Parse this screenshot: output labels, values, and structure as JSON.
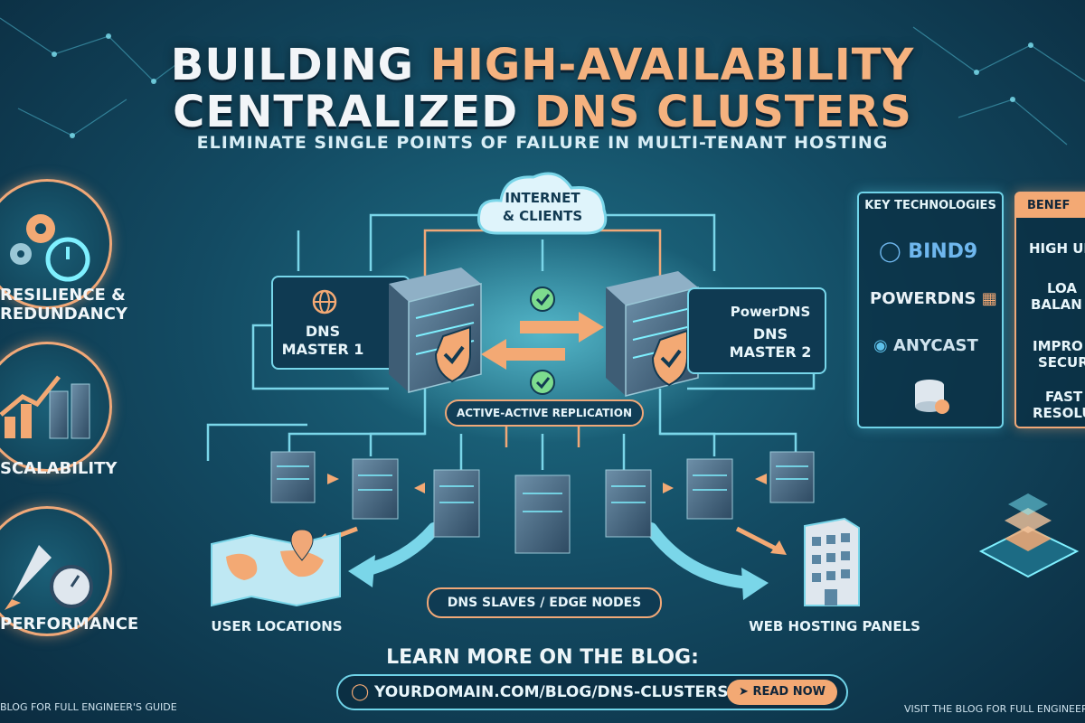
{
  "header": {
    "title_line1_white": "BUILDING",
    "title_line1_orange": "HIGH-AVAILABILITY",
    "title_line2_white": "CENTRALIZED",
    "title_line2_orange": "DNS CLUSTERS",
    "subtitle": "ELIMINATE SINGLE POINTS OF FAILURE IN MULTI-TENANT HOSTING"
  },
  "left_features": [
    {
      "label": "RESILIENCE &",
      "label2": "REDUNDANCY",
      "icon": "gears-clock-icon"
    },
    {
      "label": "SCALABILITY",
      "icon": "growth-chart-servers-icon"
    },
    {
      "label": "PERFORMANCE",
      "icon": "rocket-stopwatch-icon"
    }
  ],
  "diagram": {
    "internet_label_1": "INTERNET",
    "internet_label_2": "& CLIENTS",
    "master1_line1": "DNS",
    "master1_line2": "MASTER 1",
    "master2_brand": "PowerDNS",
    "master2_line1": "DNS",
    "master2_line2": "MASTER 2",
    "replication_label": "ACTIVE-ACTIVE REPLICATION",
    "slaves_label": "DNS SLAVES / EDGE NODES",
    "user_locations_label": "USER LOCATIONS",
    "web_panels_label": "WEB HOSTING PANELS"
  },
  "key_technologies": {
    "title": "KEY TECHNOLOGIES",
    "items": [
      "BIND9",
      "POWERDNS",
      "ANYCAST"
    ]
  },
  "benefits": {
    "title": "BENEF",
    "items": [
      {
        "line1": "HIGH UP",
        "line2": ""
      },
      {
        "line1": "LOA",
        "line2": "BALAN"
      },
      {
        "line1": "IMPRO",
        "line2": "SECUR"
      },
      {
        "line1": "FAST",
        "line2": "RESOLU"
      }
    ]
  },
  "footer": {
    "cta": "LEARN MORE ON THE BLOG:",
    "url": "YOURDOMAIN.COM/BLOG/DNS-CLUSTERS",
    "button": "READ NOW",
    "left_note": "BLOG FOR FULL ENGINEER'S GUIDE",
    "right_note": "VISIT THE BLOG FOR FULL ENGINEER"
  },
  "colors": {
    "accent_cyan": "#6fd3e8",
    "accent_orange": "#f0a878",
    "background_dark": "#0b2c40"
  }
}
